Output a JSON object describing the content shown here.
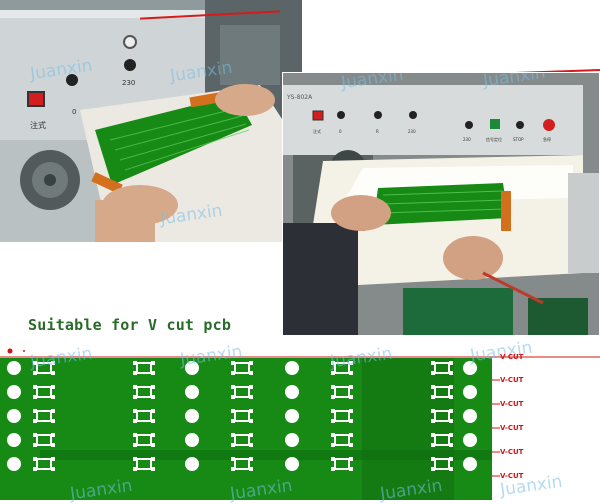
{
  "title": "Suitable for V cut pcb",
  "watermark": "Juanxin",
  "vcut_label": "V-CUT",
  "left_photo": {
    "panel_labels": [
      "注式",
      "0",
      "230"
    ]
  },
  "right_photo": {
    "model": "YS-802A",
    "panel_labels": [
      "注式",
      "0",
      "R",
      "230",
      "230",
      "STOP",
      "信号定位",
      "急停"
    ]
  },
  "colors": {
    "pcb_green": "#168a14",
    "pcb_dark": "#0f6b10",
    "vcut_red": "#d01515",
    "title_green": "#2a6a2a",
    "watermark_blue": "#7ebfe6"
  }
}
